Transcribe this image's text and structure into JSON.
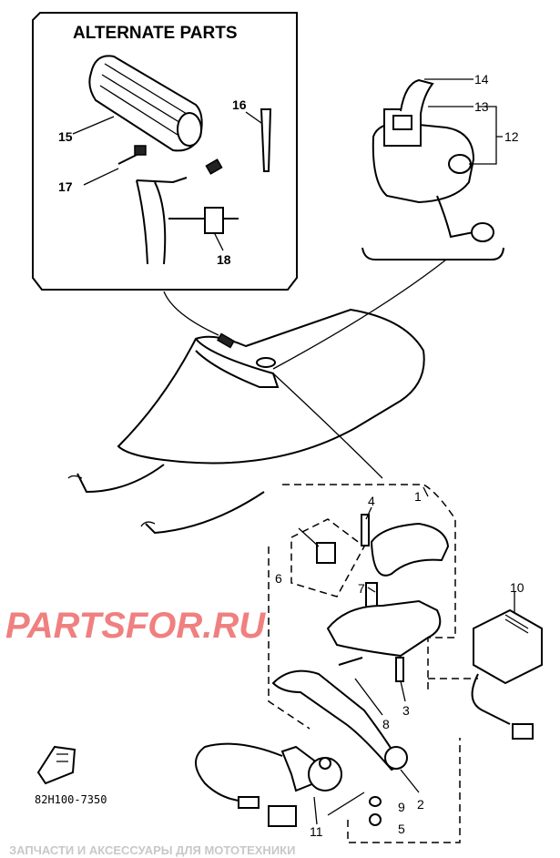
{
  "alternate_parts": {
    "title": "ALTERNATE PARTS",
    "labels": [
      "15",
      "16",
      "17",
      "18"
    ]
  },
  "callouts": {
    "p1": "1",
    "p2": "2",
    "p3": "3",
    "p4": "4",
    "p5": "5",
    "p6": "6",
    "p7": "7",
    "p8": "8",
    "p9": "9",
    "p10": "10",
    "p11": "11",
    "p12": "12",
    "p13": "13",
    "p14": "14"
  },
  "part_code": "82H100-7350",
  "watermark": {
    "line1": "ЗАПЧАСТИ И АКСЕССУАРЫ ДЛЯ МОТОТЕХНИКИ",
    "line2": "PARTSFOR.RU"
  }
}
